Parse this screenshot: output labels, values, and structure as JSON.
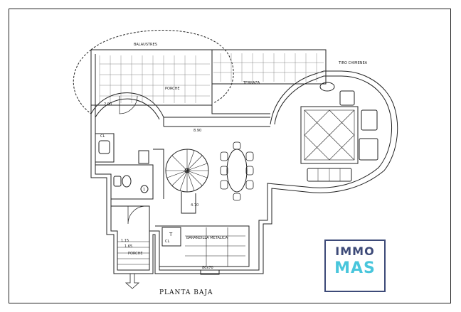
{
  "labels": {
    "balaustres": "BALAUSTRES",
    "porche_top": "PORCHE",
    "terraza": "TERRAZA",
    "tiro_chimenea": "TIRO CHIMENEA",
    "ground_floor_title": "PLANTA BAJA",
    "barandilla": "BARANDILLA METALICA",
    "porche_bottom": "PORCHE",
    "cl_1": "CL",
    "cl_2": "CL",
    "t_mark": "T",
    "round_marker": "1",
    "dim_1": "2.00",
    "dim_2": "8.90",
    "dim_3": "1.15",
    "dim_4": "1.65",
    "dim_5": "4.70",
    "dim_6": "80x70"
  },
  "logo": {
    "line1": "IMMO",
    "line2": "MAS",
    "color_dark": "#3d4a78",
    "color_light": "#49c6dc"
  }
}
